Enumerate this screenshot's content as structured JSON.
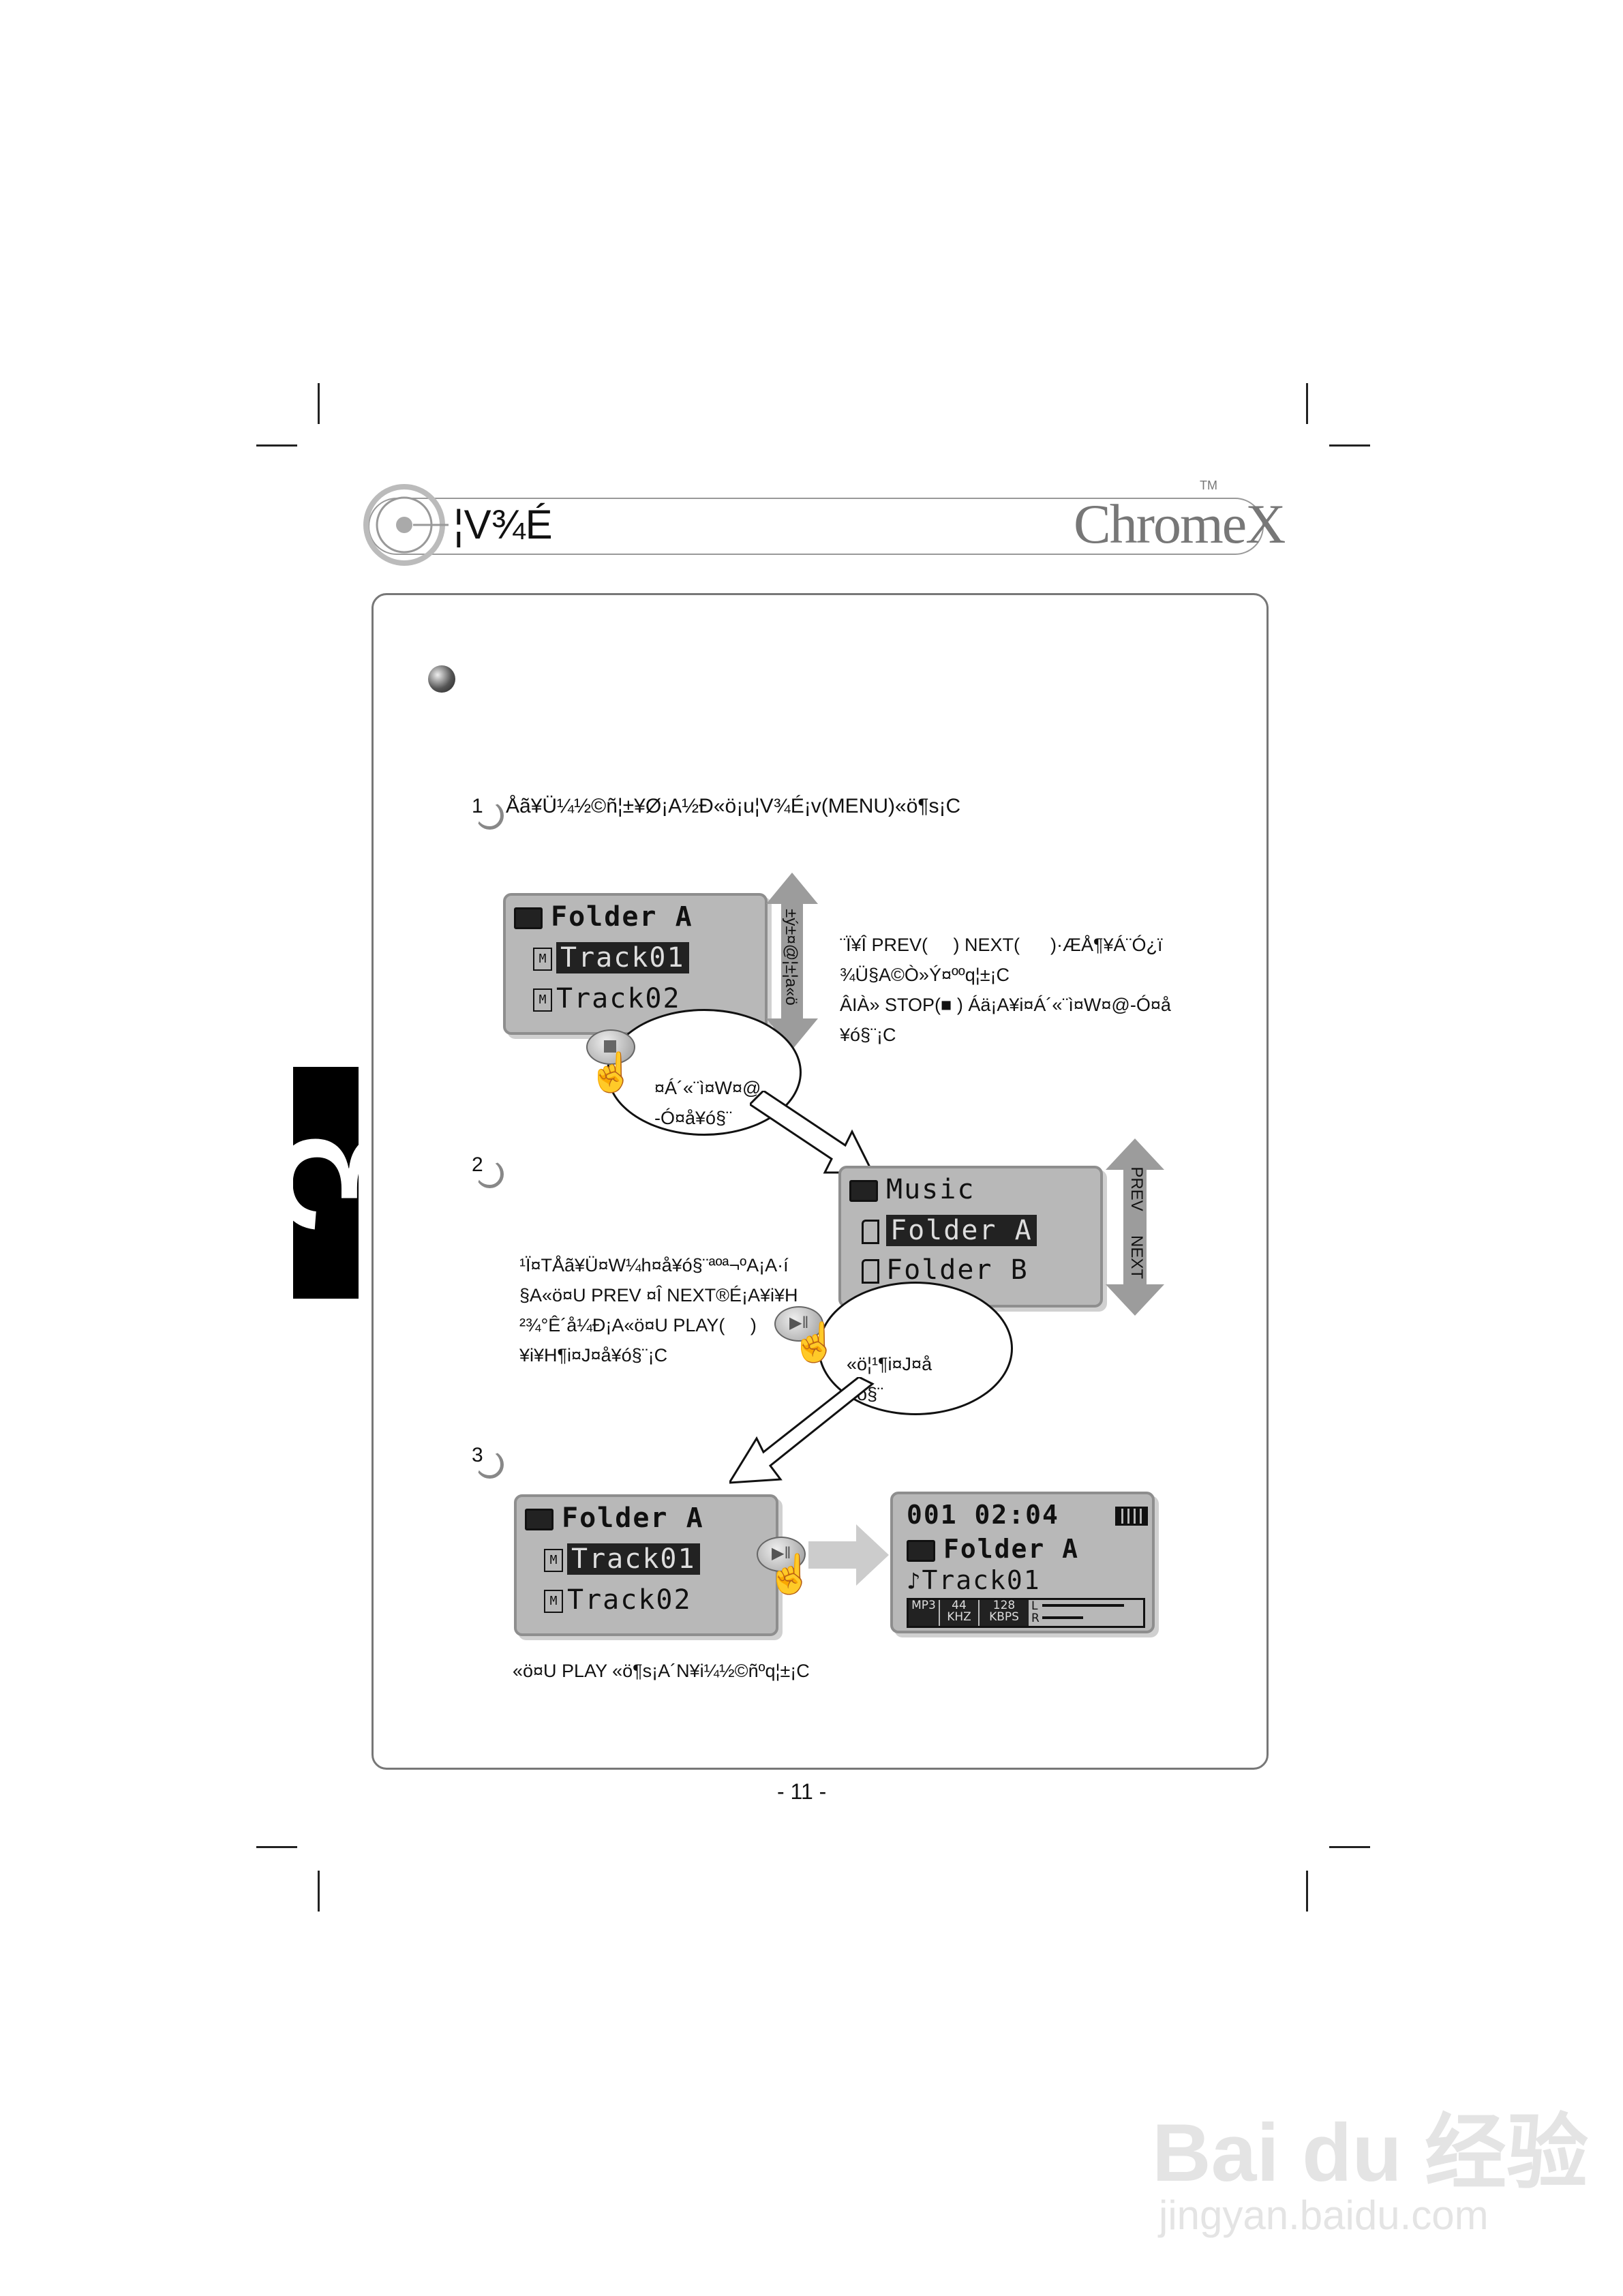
{
  "header": {
    "title": "¦V¾É",
    "brand": "ChromeX",
    "brand_tm": "TM"
  },
  "chapter_tab": "3",
  "step1": {
    "num": "1",
    "instruction": "Åã¥Ü¼½©ñ¦±¥Ø¡A½Ð«ö¡u¦V¾É¡v(MENU)«ö¶s¡C",
    "screen": {
      "folder": "Folder A",
      "track1": "Track01",
      "track2": "Track02"
    },
    "side_arrow_label": "±ý±¤@¦±¦a«ö",
    "note_lines": [
      "¨Ï¥Î PREV(     ) NEXT(      )·ÆÅ¶¥Á¨Ó¿ï",
      "¾Ü§A©Ò»Ý¤ººq¦±¡C",
      "ÂIÀ» STOP(■ ) Áä¡A¥i¤Á´«¨ì¤W¤@-Ó¤å",
      "¥ó§¨¡C"
    ],
    "bubble_text": [
      "¤Á´«¨ì¤W¤@",
      "-Ó¤å¥ó§¨"
    ]
  },
  "step2": {
    "num": "2",
    "note_lines": [
      "¹Ï¤TÅã¥Ü¤W¼h¤å¥ó§¨ªºª¬ºA¡A·í",
      "§A«ö¤U PREV ¤Î NEXT®É¡A¥i¥H",
      "²¾°Ê´å¼Ð¡A«ö¤U PLAY(     )",
      "¥i¥H¶i¤J¤å¥ó§¨¡C"
    ],
    "screen": {
      "root": "Music",
      "folder_a": "Folder A",
      "folder_b": "Folder B"
    },
    "side_label_prev": "PREV",
    "side_label_next": "NEXT",
    "bubble_text": [
      "«ö¦¹¶i¤J¤å",
      "¥ó§¨"
    ]
  },
  "step3": {
    "num": "3",
    "screen_left": {
      "folder": "Folder A",
      "track1": "Track01",
      "track2": "Track02"
    },
    "screen_right": {
      "counter": "001 02:04",
      "folder": "Folder A",
      "track": "Track01",
      "fmt": "MP3",
      "khz": "44 KHZ",
      "kbps": "128 KBPS",
      "lr": [
        "L",
        "R"
      ]
    },
    "caption": "«ö¤U PLAY «ö¶s¡A´N¥i¼½©ñºq¦±¡C"
  },
  "page_number": "- 11 -",
  "watermark": {
    "logo": "Bai du 经验",
    "url": "jingyan.baidu.com"
  }
}
